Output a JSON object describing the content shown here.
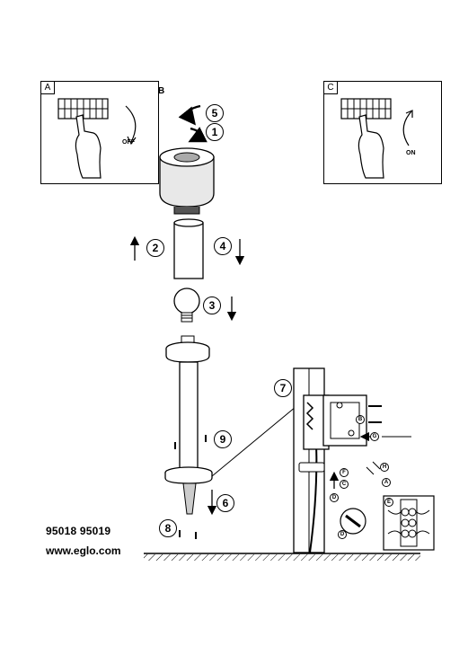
{
  "panels": {
    "a": {
      "tag": "A",
      "direction": "OFF"
    },
    "b": {
      "tag": "B"
    },
    "c": {
      "tag": "C",
      "direction": "ON"
    }
  },
  "steps": {
    "s1": "1",
    "s2": "2",
    "s3": "3",
    "s4": "4",
    "s5": "5",
    "s6": "6",
    "s7": "7",
    "s8": "8",
    "s9": "9"
  },
  "part_letters": {
    "b": "B",
    "g": "G",
    "h": "H",
    "a": "A",
    "f": "F",
    "c": "C",
    "d": "D",
    "e": "E",
    "d2": "D"
  },
  "footer": {
    "models": "95018  95019",
    "website": "www.eglo.com"
  },
  "colors": {
    "line": "#000000",
    "background": "#ffffff",
    "shade": "#9a9a9a"
  }
}
